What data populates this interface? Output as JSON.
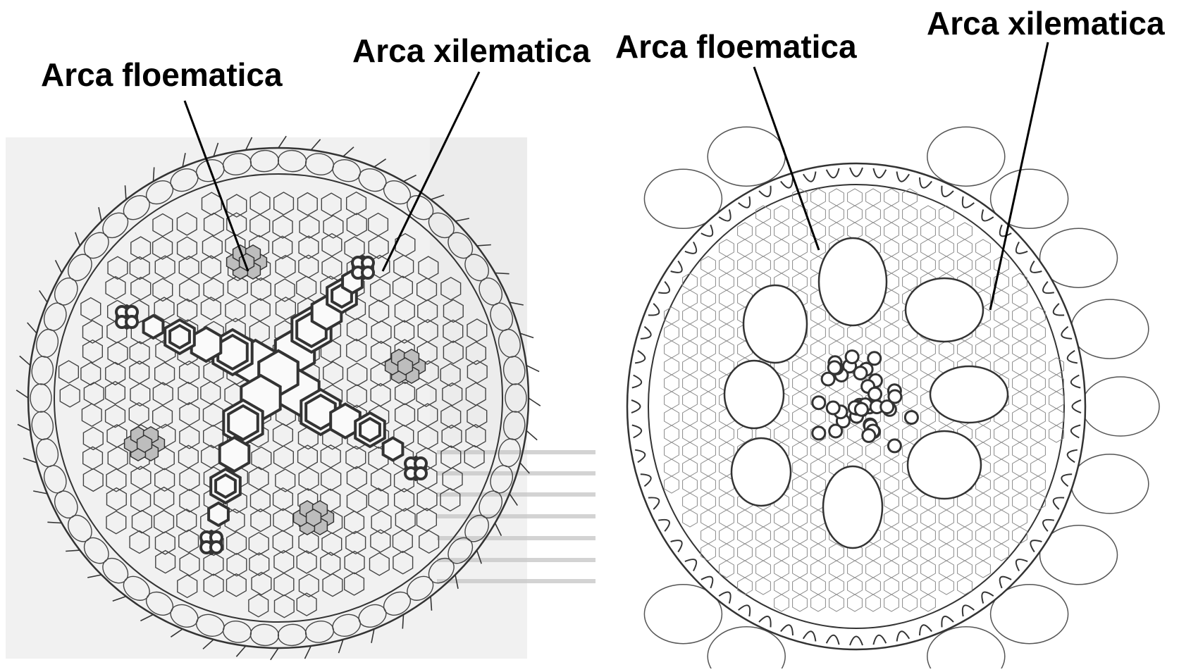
{
  "labels": {
    "left_phloem": "Arca floematica",
    "left_xylem": "Arca xilematica",
    "right_phloem": "Arca floematica",
    "right_xylem": "Arca xilematica"
  },
  "colors": {
    "ink": "#2a2a2a",
    "paper_left": "#f2f2f2",
    "paper_right": "#ffffff",
    "leader": "#000000"
  }
}
